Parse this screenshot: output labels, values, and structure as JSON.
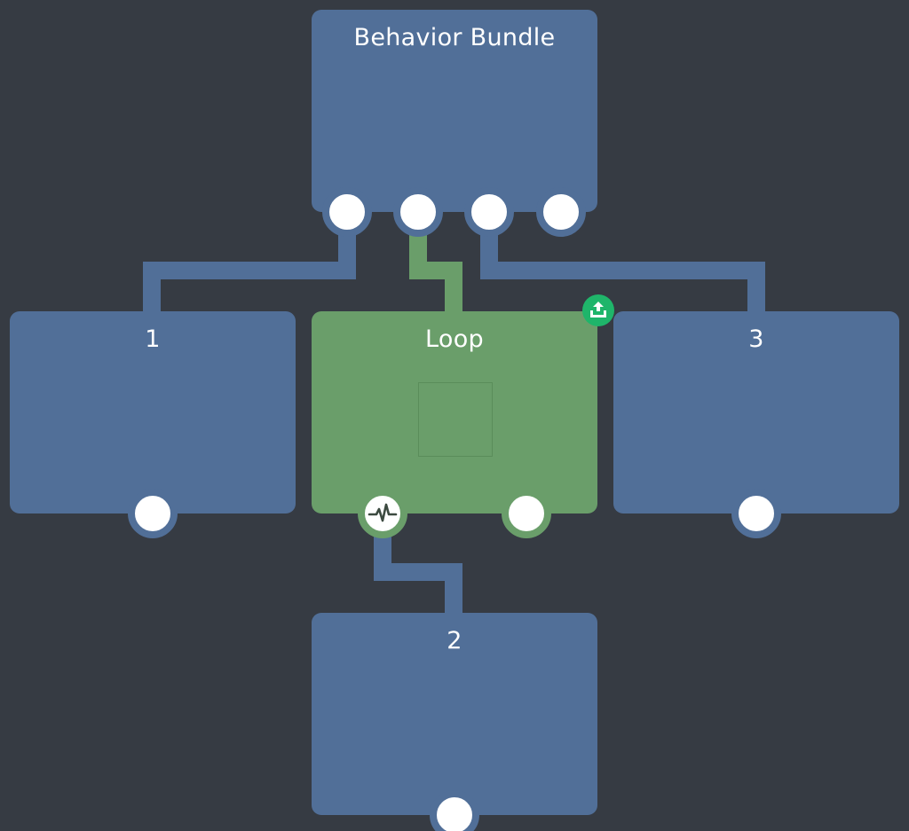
{
  "nodes": {
    "behavior_bundle": {
      "title": "Behavior Bundle"
    },
    "child_1": {
      "title": "1"
    },
    "loop": {
      "title": "Loop"
    },
    "child_3": {
      "title": "3"
    },
    "child_2": {
      "title": "2"
    }
  },
  "colors": {
    "background": "#363b43",
    "node_blue": "#516f98",
    "node_active": "#6a9e6a",
    "port_fill": "#ffffff",
    "badge_green": "#1fb56a"
  },
  "icons": {
    "loop_output": "pulse-icon",
    "loop_badge": "upload-tray-icon"
  }
}
